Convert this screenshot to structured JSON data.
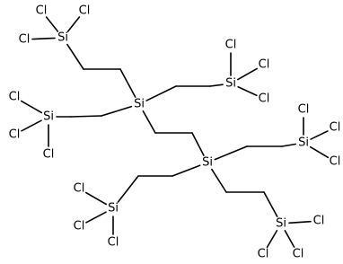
{
  "molecule": {
    "silicon_label": "Si",
    "chlorine_label": "Cl",
    "colors": {
      "bond": "#000000",
      "text": "#000000",
      "background": "#ffffff"
    },
    "atoms": [
      {
        "id": "si-1",
        "element": "Si"
      },
      {
        "id": "cl-1a",
        "element": "Cl"
      },
      {
        "id": "cl-1b",
        "element": "Cl"
      },
      {
        "id": "cl-1c",
        "element": "Cl"
      },
      {
        "id": "si-2",
        "element": "Si"
      },
      {
        "id": "cl-2a",
        "element": "Cl"
      },
      {
        "id": "cl-2b",
        "element": "Cl"
      },
      {
        "id": "cl-2c",
        "element": "Cl"
      },
      {
        "id": "si-3",
        "element": "Si"
      },
      {
        "id": "cl-3a",
        "element": "Cl"
      },
      {
        "id": "cl-3b",
        "element": "Cl"
      },
      {
        "id": "cl-3c",
        "element": "Cl"
      },
      {
        "id": "si-center-1",
        "element": "Si"
      },
      {
        "id": "si-center-2",
        "element": "Si"
      },
      {
        "id": "si-4",
        "element": "Si"
      },
      {
        "id": "cl-4a",
        "element": "Cl"
      },
      {
        "id": "cl-4b",
        "element": "Cl"
      },
      {
        "id": "cl-4c",
        "element": "Cl"
      },
      {
        "id": "si-5",
        "element": "Si"
      },
      {
        "id": "cl-5a",
        "element": "Cl"
      },
      {
        "id": "cl-5b",
        "element": "Cl"
      },
      {
        "id": "cl-5c",
        "element": "Cl"
      },
      {
        "id": "si-6",
        "element": "Si"
      },
      {
        "id": "cl-6a",
        "element": "Cl"
      },
      {
        "id": "cl-6b",
        "element": "Cl"
      },
      {
        "id": "cl-6c",
        "element": "Cl"
      }
    ]
  }
}
